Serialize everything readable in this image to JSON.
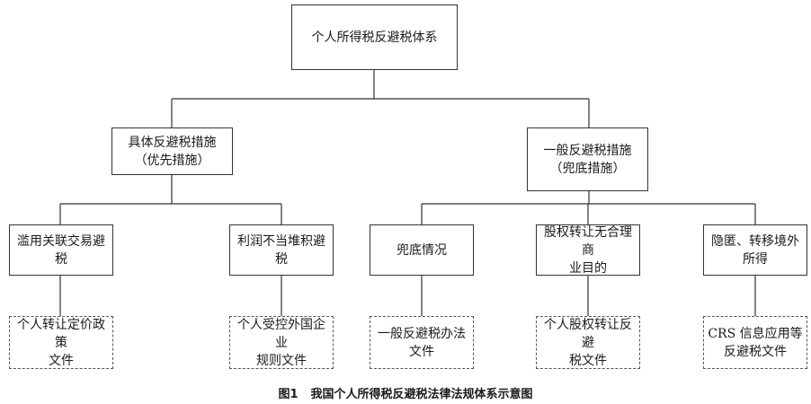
{
  "root": {
    "label": "个人所得税反避税体系"
  },
  "branches": [
    {
      "line1": "具体反避税措施",
      "line2": "（优先措施）",
      "children": [
        {
          "label": "滥用关联交易避税",
          "doc1": "个人转让定价政策",
          "doc2": "文件"
        },
        {
          "label": "利润不当堆积避税",
          "doc1": "个人受控外国企业",
          "doc2": "规则文件"
        }
      ]
    },
    {
      "line1": "一般反避税措施",
      "line2": "（兜底措施）",
      "children": [
        {
          "label": "兜底情况",
          "doc1": "一般反避税办法",
          "doc2": "文件"
        },
        {
          "label1": "股权转让无合理商",
          "label2": "业目的",
          "doc1": "个人股权转让反避",
          "doc2": "税文件"
        },
        {
          "label1": "隐匿、转移境外",
          "label2": "所得",
          "doc1": "CRS 信息应用等",
          "doc2": "反避税文件"
        }
      ]
    }
  ],
  "caption": {
    "number": "图1",
    "title": "我国个人所得税反避税法律法规体系示意图"
  }
}
